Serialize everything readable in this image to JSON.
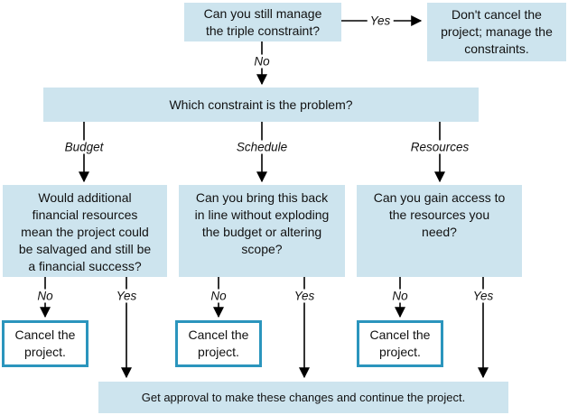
{
  "diagram_title": "Triple constraint project decision flowchart",
  "colors": {
    "node_fill": "#cde4ee",
    "cancel_border": "#2b95bd",
    "connector": "#000000",
    "text": "#111111",
    "background": "#ffffff"
  },
  "nodes": {
    "start": {
      "lines": [
        "Can you still manage",
        "the triple constraint?"
      ]
    },
    "dont_cancel": {
      "lines": [
        "Don't cancel the",
        "project; manage the",
        "constraints."
      ]
    },
    "which": {
      "lines": [
        "Which constraint is the problem?"
      ]
    },
    "budget_q": {
      "lines": [
        "Would additional",
        "financial resources",
        "mean the project could",
        "be salvaged and still be",
        "a financial success?"
      ]
    },
    "schedule_q": {
      "lines": [
        "Can you bring this back",
        "in line without exploding",
        "the budget or altering",
        "scope?"
      ]
    },
    "resources_q": {
      "lines": [
        "Can you gain access to",
        "the resources you",
        "need?"
      ]
    },
    "cancel_budget": {
      "lines": [
        "Cancel the",
        "project."
      ]
    },
    "cancel_schedule": {
      "lines": [
        "Cancel the",
        "project."
      ]
    },
    "cancel_resources": {
      "lines": [
        "Cancel the",
        "project."
      ]
    },
    "approval": {
      "lines": [
        "Get approval to make these changes and continue the project."
      ]
    }
  },
  "labels": {
    "yes_top": "Yes",
    "no_top": "No",
    "budget": "Budget",
    "schedule": "Schedule",
    "resources": "Resources",
    "no_left": "No",
    "yes_left": "Yes",
    "no_mid": "No",
    "yes_mid": "Yes",
    "no_right": "No",
    "yes_right": "Yes"
  }
}
